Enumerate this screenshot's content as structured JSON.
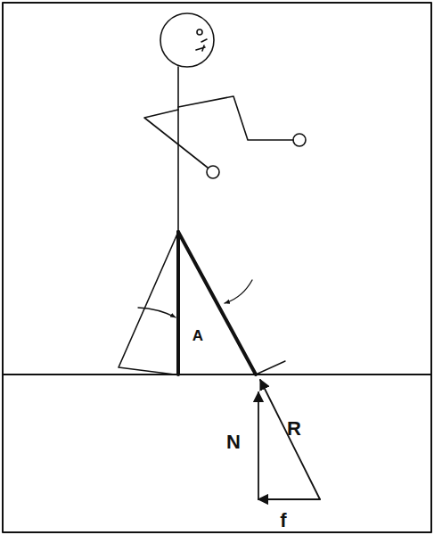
{
  "diagram": {
    "labels": [
      "A",
      "N",
      "R",
      "f"
    ]
  }
}
